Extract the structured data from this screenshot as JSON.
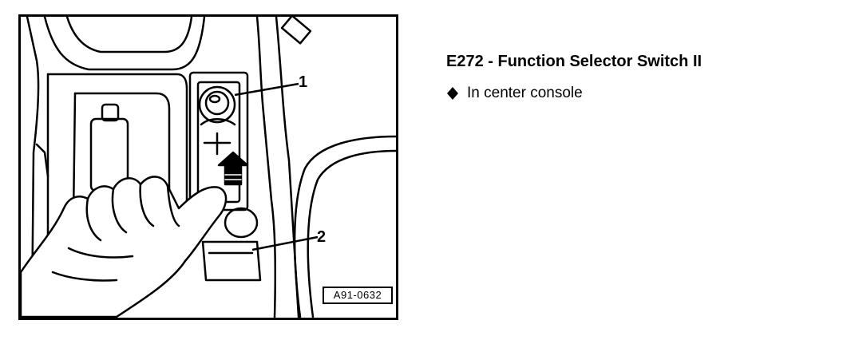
{
  "figure": {
    "callouts": [
      "1",
      "2"
    ],
    "reference_code": "A91-0632"
  },
  "caption": {
    "title": "E272 - Function Selector Switch II",
    "bullet_icon": "diamond-bullet-icon",
    "bullets": [
      "In center console"
    ]
  }
}
